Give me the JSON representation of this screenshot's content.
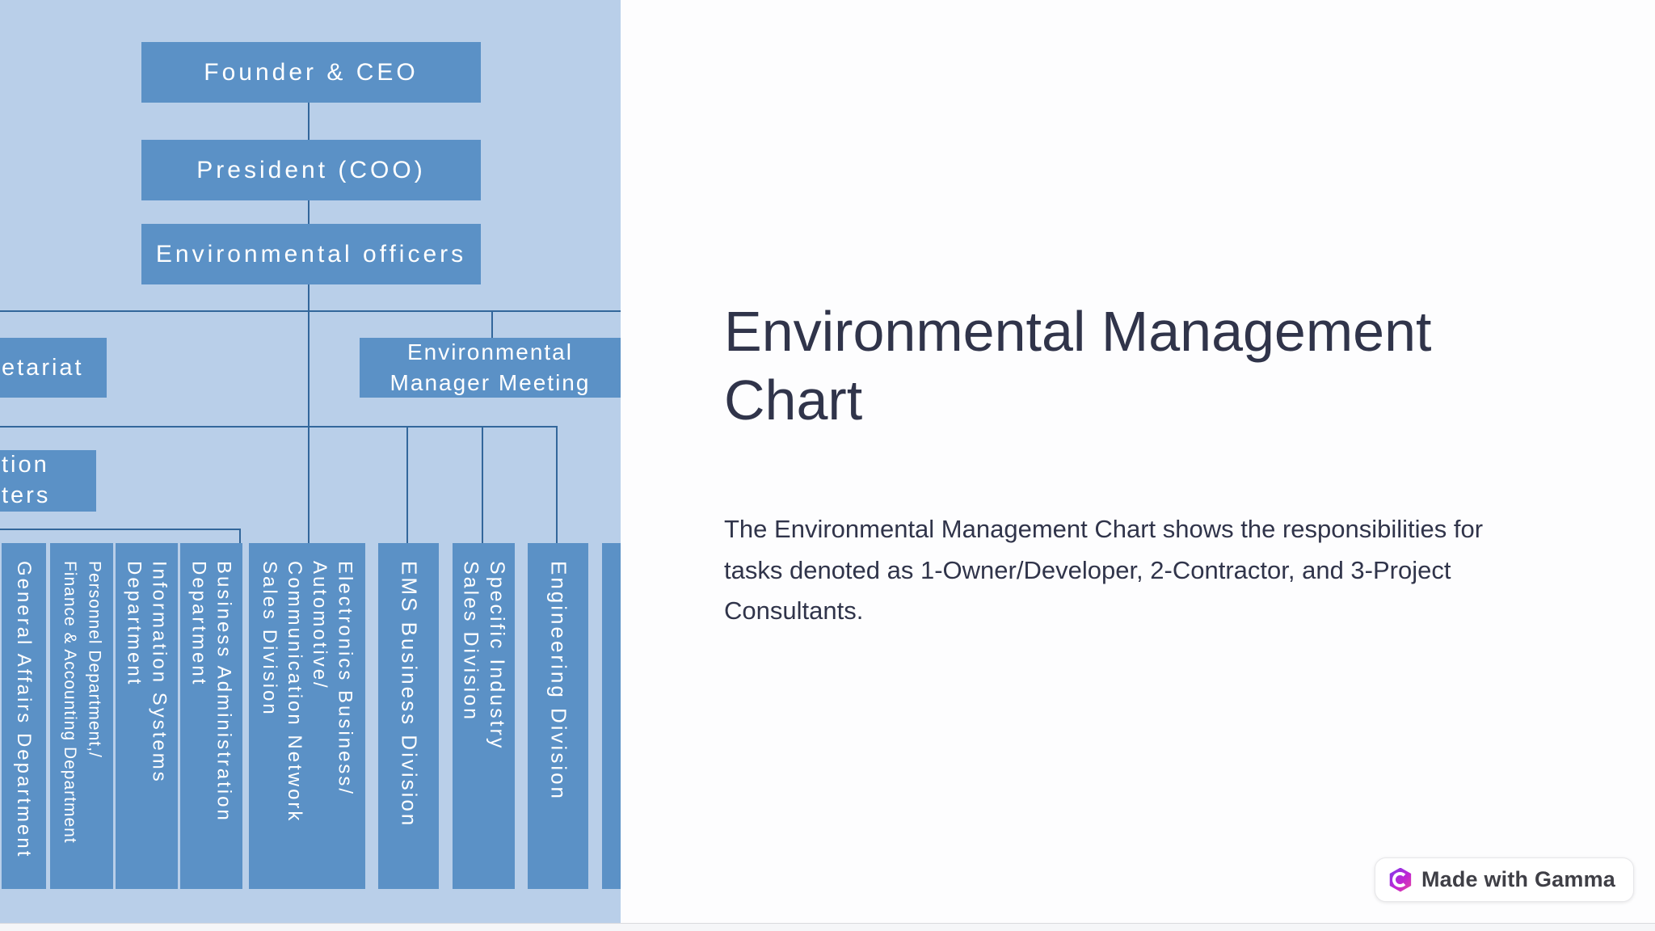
{
  "slide": {
    "title": "Environmental Management Chart",
    "body": "The Environmental Management Chart shows the responsibilities for tasks denoted as 1-Owner/Developer, 2-Contractor, and 3-Project Consultants."
  },
  "org_chart": {
    "top_boxes": [
      {
        "label": "Founder & CEO"
      },
      {
        "label": "President (COO)"
      },
      {
        "label": "Environmental officers"
      }
    ],
    "secretariat_label_partial": "etariat",
    "manager_meeting_label": "Environmental\nManager Meeting",
    "promotion_label_partial": "tion\nters",
    "divisions": [
      {
        "label": "General Affairs Department"
      },
      {
        "label": "Personnel Department,/\nFinance & Accounting Department"
      },
      {
        "label": "Information Systems\nDepartment"
      },
      {
        "label": "Business Administration\nDepartment"
      },
      {
        "label": "Electronics Business/\nAutomotive/\nCommunication Network\nSales Division"
      },
      {
        "label": "EMS Business Division"
      },
      {
        "label": "Specific Industry\nSales Division"
      },
      {
        "label": "Engineering Division"
      },
      {
        "label": ""
      }
    ]
  },
  "badge": {
    "label": "Made with Gamma"
  },
  "colors": {
    "chart_background": "#b9cfe9",
    "chart_box": "#5b91c6",
    "chart_line": "#33679b",
    "chart_box_text": "#ffffff",
    "content_text": "#30344a",
    "panel_background": "#fdfdfe",
    "badge_gradient_start": "#7c3aed",
    "badge_gradient_end": "#ec4899"
  }
}
